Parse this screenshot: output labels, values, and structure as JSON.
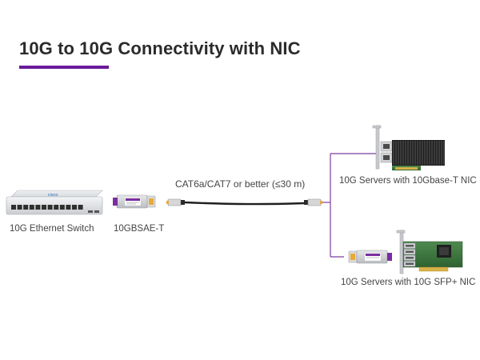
{
  "title": "10G to 10G Connectivity with NIC",
  "colors": {
    "accent": "#6a1b9a",
    "connector_line": "#7b3fa0",
    "module_purple": "#7b2da0",
    "cable": "#1f1f1f",
    "rj45_jack": "#e8a93a"
  },
  "labels": {
    "switch": "10G Ethernet Switch",
    "module": "10GBSAE-T",
    "cable": "CAT6a/CAT7 or better (≤30 m)",
    "server_top": "10G Servers with 10Gbase-T NIC",
    "server_bottom": "10G Servers with 10G SFP+ NIC"
  },
  "switch_logo": "cisco",
  "icons": {
    "switch": "network-switch-icon",
    "module": "sfp-module-icon",
    "cable": "ethernet-cable-icon",
    "nic_top": "rj45-nic-card-icon",
    "nic_bottom": "sfp-nic-card-icon"
  }
}
